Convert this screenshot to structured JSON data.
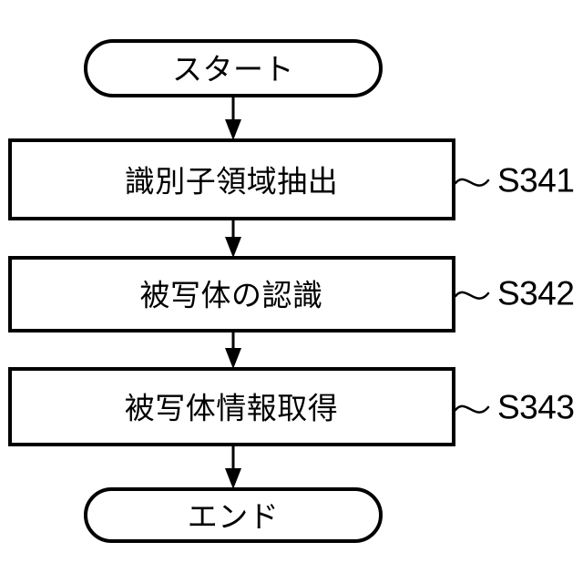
{
  "diagram": {
    "type": "flowchart",
    "orientation": "vertical",
    "language": "ja",
    "background_color": "#ffffff",
    "line_color": "#000000",
    "nodes": [
      {
        "id": "start",
        "shape": "terminal",
        "label": "スタート"
      },
      {
        "id": "s341",
        "shape": "process",
        "label": "識別子領域抽出",
        "step_label": "S341"
      },
      {
        "id": "s342",
        "shape": "process",
        "label": "被写体の認識",
        "step_label": "S342"
      },
      {
        "id": "s343",
        "shape": "process",
        "label": "被写体情報取得",
        "step_label": "S343"
      },
      {
        "id": "end",
        "shape": "terminal",
        "label": "エンド"
      }
    ],
    "edges": [
      {
        "from": "start",
        "to": "s341",
        "arrow": "down"
      },
      {
        "from": "s341",
        "to": "s342",
        "arrow": "down"
      },
      {
        "from": "s342",
        "to": "s343",
        "arrow": "down"
      },
      {
        "from": "s343",
        "to": "end",
        "arrow": "down"
      }
    ]
  }
}
